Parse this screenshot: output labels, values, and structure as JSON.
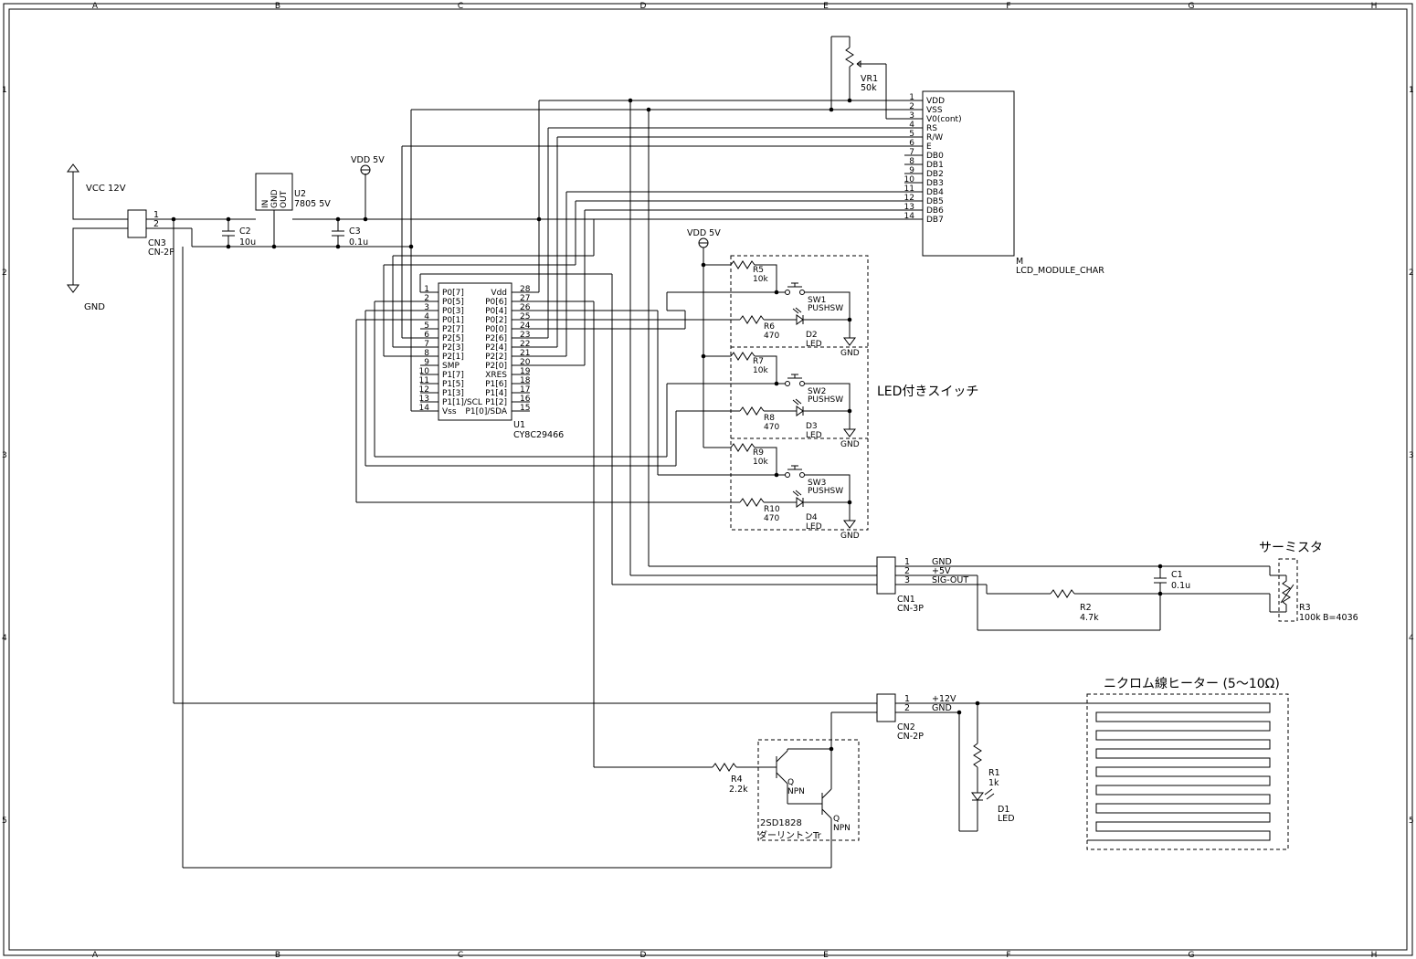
{
  "frame": {
    "columns": [
      "A",
      "B",
      "C",
      "D",
      "E",
      "F",
      "G",
      "H"
    ],
    "rows": [
      "1",
      "2",
      "3",
      "4",
      "5"
    ]
  },
  "power": {
    "vcc": "VCC 12V",
    "gnd": "GND",
    "vdd": "VDD 5V",
    "gnd_short": "GND"
  },
  "cn3": {
    "ref": "CN3",
    "value": "CN-2P",
    "pins": [
      "1",
      "2"
    ]
  },
  "u2": {
    "ref": "U2",
    "value": "7805 5V",
    "pins": [
      "IN",
      "GND",
      "OUT"
    ]
  },
  "c2": {
    "ref": "C2",
    "value": "10u"
  },
  "c3": {
    "ref": "C3",
    "value": "0.1u"
  },
  "vr1": {
    "ref": "VR1",
    "value": "50k"
  },
  "lcd": {
    "ref": "M",
    "value": "LCD_MODULE_CHAR",
    "pins": [
      {
        "num": "1",
        "name": "VDD"
      },
      {
        "num": "2",
        "name": "VSS"
      },
      {
        "num": "3",
        "name": "V0(cont)"
      },
      {
        "num": "4",
        "name": "RS"
      },
      {
        "num": "5",
        "name": "R/W"
      },
      {
        "num": "6",
        "name": "E"
      },
      {
        "num": "7",
        "name": "DB0"
      },
      {
        "num": "8",
        "name": "DB1"
      },
      {
        "num": "9",
        "name": "DB2"
      },
      {
        "num": "10",
        "name": "DB3"
      },
      {
        "num": "11",
        "name": "DB4"
      },
      {
        "num": "12",
        "name": "DB5"
      },
      {
        "num": "13",
        "name": "DB6"
      },
      {
        "num": "14",
        "name": "DB7"
      }
    ]
  },
  "u1": {
    "ref": "U1",
    "value": "CY8C29466",
    "left": [
      {
        "num": "1",
        "name": "P0[7]"
      },
      {
        "num": "2",
        "name": "P0[5]"
      },
      {
        "num": "3",
        "name": "P0[3]"
      },
      {
        "num": "4",
        "name": "P0[1]"
      },
      {
        "num": "5",
        "name": "P2[7]"
      },
      {
        "num": "6",
        "name": "P2[5]"
      },
      {
        "num": "7",
        "name": "P2[3]"
      },
      {
        "num": "8",
        "name": "P2[1]"
      },
      {
        "num": "9",
        "name": "SMP"
      },
      {
        "num": "10",
        "name": "P1[7]"
      },
      {
        "num": "11",
        "name": "P1[5]"
      },
      {
        "num": "12",
        "name": "P1[3]"
      },
      {
        "num": "13",
        "name": "P1[1]/SCL"
      },
      {
        "num": "14",
        "name": "Vss"
      }
    ],
    "right": [
      {
        "num": "28",
        "name": "Vdd"
      },
      {
        "num": "27",
        "name": "P0[6]"
      },
      {
        "num": "26",
        "name": "P0[4]"
      },
      {
        "num": "25",
        "name": "P0[2]"
      },
      {
        "num": "24",
        "name": "P0[0]"
      },
      {
        "num": "23",
        "name": "P2[6]"
      },
      {
        "num": "22",
        "name": "P2[4]"
      },
      {
        "num": "21",
        "name": "P2[2]"
      },
      {
        "num": "20",
        "name": "P2[0]"
      },
      {
        "num": "19",
        "name": "XRES"
      },
      {
        "num": "18",
        "name": "P1[6]"
      },
      {
        "num": "17",
        "name": "P1[4]"
      },
      {
        "num": "16",
        "name": "P1[2]"
      },
      {
        "num": "15",
        "name": "P1[0]/SDA"
      }
    ]
  },
  "switches": {
    "title": "LED付きスイッチ",
    "vdd": "VDD 5V",
    "units": [
      {
        "r_pull": "R5",
        "r_pull_val": "10k",
        "sw": "SW1",
        "sw_val": "PUSHSW",
        "r_led": "R6",
        "r_led_val": "470",
        "led": "D2",
        "led_val": "LED",
        "gnd": "GND"
      },
      {
        "r_pull": "R7",
        "r_pull_val": "10k",
        "sw": "SW2",
        "sw_val": "PUSHSW",
        "r_led": "R8",
        "r_led_val": "470",
        "led": "D3",
        "led_val": "LED",
        "gnd": "GND"
      },
      {
        "r_pull": "R9",
        "r_pull_val": "10k",
        "sw": "SW3",
        "sw_val": "PUSHSW",
        "r_led": "R10",
        "r_led_val": "470",
        "led": "D4",
        "led_val": "LED",
        "gnd": "GND"
      }
    ]
  },
  "cn1": {
    "ref": "CN1",
    "value": "CN-3P",
    "pins": [
      {
        "num": "1",
        "name": "GND"
      },
      {
        "num": "2",
        "name": "+5V"
      },
      {
        "num": "3",
        "name": "SIG-OUT"
      }
    ]
  },
  "c1": {
    "ref": "C1",
    "value": "0.1u"
  },
  "r2": {
    "ref": "R2",
    "value": "4.7k"
  },
  "thermistor": {
    "title": "サーミスタ",
    "ref": "R3",
    "value": "100k",
    "beta": "B=4036"
  },
  "cn2": {
    "ref": "CN2",
    "value": "CN-2P",
    "pins": [
      {
        "num": "1",
        "name": "+12V"
      },
      {
        "num": "2",
        "name": "GND"
      }
    ]
  },
  "heater": {
    "title": "ニクロム線ヒーター (5〜10Ω)"
  },
  "r1": {
    "ref": "R1",
    "value": "1k"
  },
  "d1": {
    "ref": "D1",
    "value": "LED"
  },
  "r4": {
    "ref": "R4",
    "value": "2.2k"
  },
  "darlington": {
    "label1": "2SD1828",
    "label2": "ダーリントンTr",
    "q1": "Q",
    "q1_type": "NPN",
    "q2": "Q",
    "q2_type": "NPN"
  }
}
